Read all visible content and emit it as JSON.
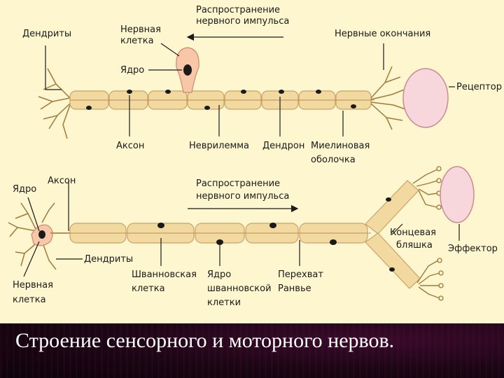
{
  "caption": "Строение сенсорного и моторного нервов.",
  "sensory": {
    "dendrites": "Дендриты",
    "nerve_cell": [
      "Нервная",
      "клетка"
    ],
    "nucleus": "Ядро",
    "impulse": [
      "Распространение",
      "нервного импульса"
    ],
    "endings": "Нервные окончания",
    "receptor": "Рецептор",
    "axon": "Аксон",
    "neurilemma": "Неврилемма",
    "dendron": "Дендрон",
    "myelin": [
      "Миелиновая",
      "оболочка"
    ]
  },
  "motor": {
    "nucleus": "Ядро",
    "axon": "Аксон",
    "impulse": [
      "Распространение",
      "нервного импульса"
    ],
    "end_plate": [
      "Концевая",
      "бляшка"
    ],
    "effector": "Эффектор",
    "dendrites": "Дендриты",
    "nerve_cell": [
      "Нервная",
      "клетка"
    ],
    "schwann_cell": [
      "Шванновская",
      "клетка"
    ],
    "schwann_nucleus": [
      "Ядро",
      "шванновской",
      "клетки"
    ],
    "ranvier": [
      "Перехват",
      "Ранвье"
    ]
  },
  "colors": {
    "background": "#fdf6cf",
    "fiber": "#f2d9a0",
    "fiber_outline": "#c9a36a",
    "nucleus": "#1a1a1a",
    "organ": "#f7d6dc",
    "organ_outline": "#c98a92",
    "footer": "#1a0614",
    "caption_text": "#ffffff"
  }
}
